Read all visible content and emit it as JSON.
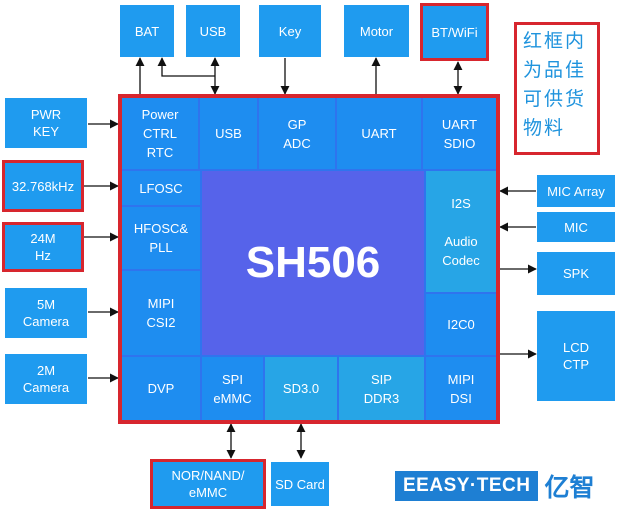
{
  "chip": {
    "name": "SH506",
    "blocks": {
      "power": "Power\nCTRL\nRTC",
      "usb": "USB",
      "gpadc": "GP\nADC",
      "uart": "UART",
      "uart_sdio": "UART\nSDIO",
      "lfosc": "LFOSC",
      "hfosc": "HFOSC&\nPLL",
      "mipi_csi": "MIPI\nCSI2",
      "dvp": "DVP",
      "i2s_codec": "I2S\n\nAudio\nCodec",
      "i2c0": "I2C0",
      "mipi_dsi": "MIPI\nDSI",
      "spi_emmc": "SPI\neMMC",
      "sd30": "SD3.0",
      "sip_ddr3": "SIP\nDDR3"
    }
  },
  "peripherals": {
    "bat": "BAT",
    "usb": "USB",
    "key": "Key",
    "motor": "Motor",
    "bt_wifi": "BT/WiFi",
    "pwr_key": "PWR\nKEY",
    "osc32k": "32.768kHz",
    "osc24m": "24M\nHz",
    "cam5m": "5M\nCamera",
    "cam2m": "2M\nCamera",
    "mic_array": "MIC Array",
    "mic": "MIC",
    "spk": "SPK",
    "lcd": "LCD\nCTP",
    "nor_nand": "NOR/NAND/\neMMC",
    "sd_card": "SD Card"
  },
  "note": "红框内\n为品佳\n可供货\n物料",
  "logo": {
    "text": "EEASY·TECH",
    "cn": "亿智"
  },
  "colors": {
    "box_blue": "#1f9bef",
    "chip_blue": "#2f74ee",
    "core_purple": "#5663ea",
    "highlight_red": "#d7262e"
  }
}
